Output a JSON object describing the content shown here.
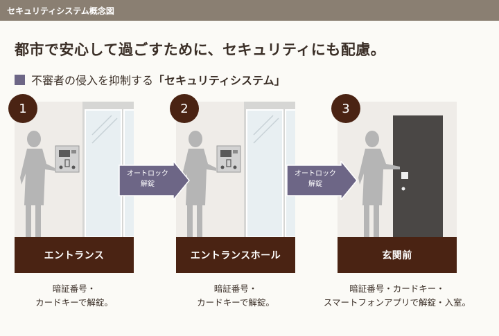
{
  "header": {
    "title": "セキュリティシステム概念図"
  },
  "headline": "都市で安心して過ごすために、セキュリティにも配慮。",
  "subheading": {
    "text": "不審者の侵入を抑制する",
    "emphasis": "「セキュリティシステム」"
  },
  "steps": [
    {
      "number": "1",
      "label": "エントランス",
      "caption_line1": "暗証番号・",
      "caption_line2": "カードキーで解錠。"
    },
    {
      "number": "2",
      "label": "エントランスホール",
      "caption_line1": "暗証番号・",
      "caption_line2": "カードキーで解錠。"
    },
    {
      "number": "3",
      "label": "玄関前",
      "caption_line1": "暗証番号・カードキー・",
      "caption_line2": "スマートフォンアプリで解錠・入室。"
    }
  ],
  "arrows": [
    {
      "line1": "オートロック",
      "line2": "解錠"
    },
    {
      "line1": "オートロック",
      "line2": "解錠"
    }
  ],
  "colors": {
    "header_bg": "#8a7f72",
    "accent_brown": "#4a2313",
    "arrow_fill": "#6d6686",
    "panel_bg": "#efece8",
    "door": "#4a4745"
  }
}
